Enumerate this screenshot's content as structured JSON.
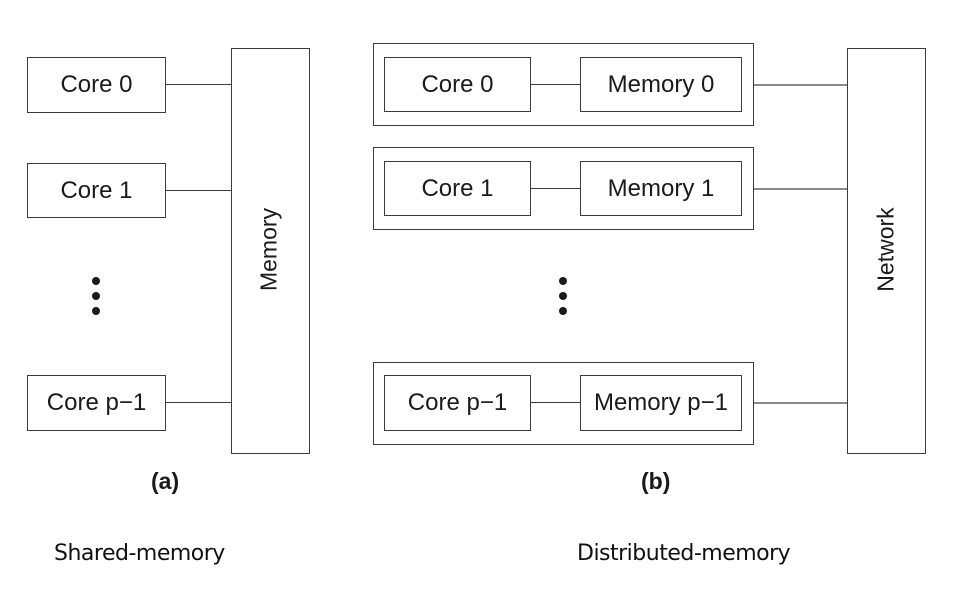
{
  "shared": {
    "cores": [
      "Core 0",
      "Core 1",
      "Core p−1"
    ],
    "memory": "Memory",
    "label": "(a)",
    "caption": "Shared-memory"
  },
  "distributed": {
    "nodes": [
      {
        "core": "Core 0",
        "memory": "Memory 0"
      },
      {
        "core": "Core 1",
        "memory": "Memory 1"
      },
      {
        "core": "Core p−1",
        "memory": "Memory p−1"
      }
    ],
    "network": "Network",
    "label": "(b)",
    "caption": "Distributed-memory"
  }
}
